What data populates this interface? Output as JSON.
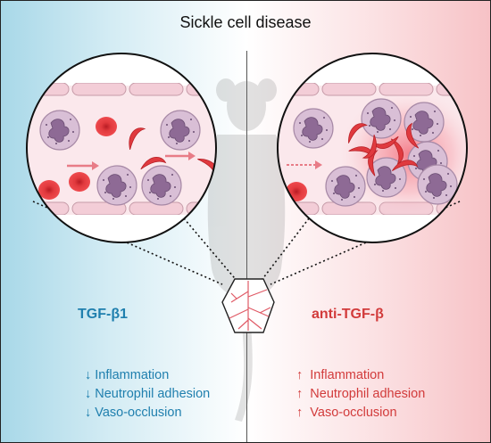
{
  "title": "Sickle cell disease",
  "left": {
    "treatment": "TGF-β1",
    "arrow": "↓",
    "effects": [
      "Inflammation",
      "Neutrophil adhesion",
      "Vaso-occlusion"
    ],
    "color": "#1f7fae"
  },
  "right": {
    "treatment": "anti-TGF-β",
    "arrow": "↑",
    "effects": [
      "Inflammation",
      "Neutrophil adhesion",
      "Vaso-occlusion"
    ],
    "color": "#d23b3b"
  },
  "icons": [
    "mouse-silhouette-icon",
    "blood-vessel-network-icon",
    "neutrophil-icon",
    "red-blood-cell-icon",
    "sickle-cell-icon",
    "endothelial-cell-icon",
    "flow-arrow-icon"
  ]
}
